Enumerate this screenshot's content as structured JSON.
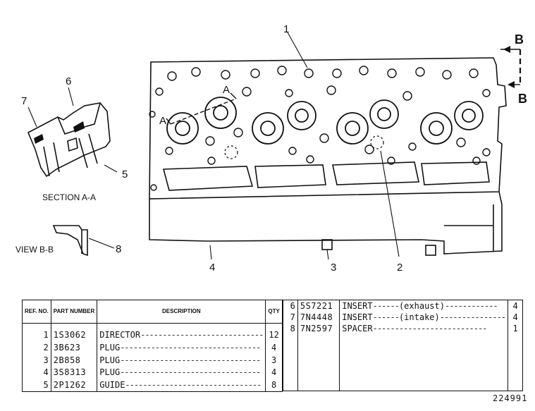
{
  "callouts": {
    "n1": "1",
    "n2": "2",
    "n3": "3",
    "n4": "4",
    "n5": "5",
    "n6": "6",
    "n7": "7",
    "n8": "8",
    "a_top": "A",
    "a_left": "A",
    "b_top": "B",
    "b_bottom": "B"
  },
  "captions": {
    "section": "SECTION A-A",
    "view": "VIEW B-B"
  },
  "table_headers": {
    "ref": "REF. NO.",
    "part": "PART NUMBER",
    "description": "DESCRIPTION",
    "qty": "QTY"
  },
  "parts_left": [
    {
      "ref": "1",
      "part": "1S3062",
      "desc": "DIRECTOR",
      "qty": "12"
    },
    {
      "ref": "2",
      "part": "3B623",
      "desc": "PLUG",
      "qty": "4"
    },
    {
      "ref": "3",
      "part": "2B858",
      "desc": "PLUG",
      "qty": "3"
    },
    {
      "ref": "4",
      "part": "3S8313",
      "desc": "PLUG",
      "qty": "4"
    },
    {
      "ref": "5",
      "part": "2P1262",
      "desc": "GUIDE",
      "qty": "8"
    }
  ],
  "parts_right": [
    {
      "ref": "6",
      "part": "5S7221",
      "desc": "INSERT",
      "note": "(exhaust)",
      "qty": "4"
    },
    {
      "ref": "7",
      "part": "7N4448",
      "desc": "INSERT",
      "note": "(intake)",
      "qty": "4"
    },
    {
      "ref": "8",
      "part": "7N2597",
      "desc": "SPACER",
      "note": "",
      "qty": "1"
    }
  ],
  "figure_number": "224991"
}
